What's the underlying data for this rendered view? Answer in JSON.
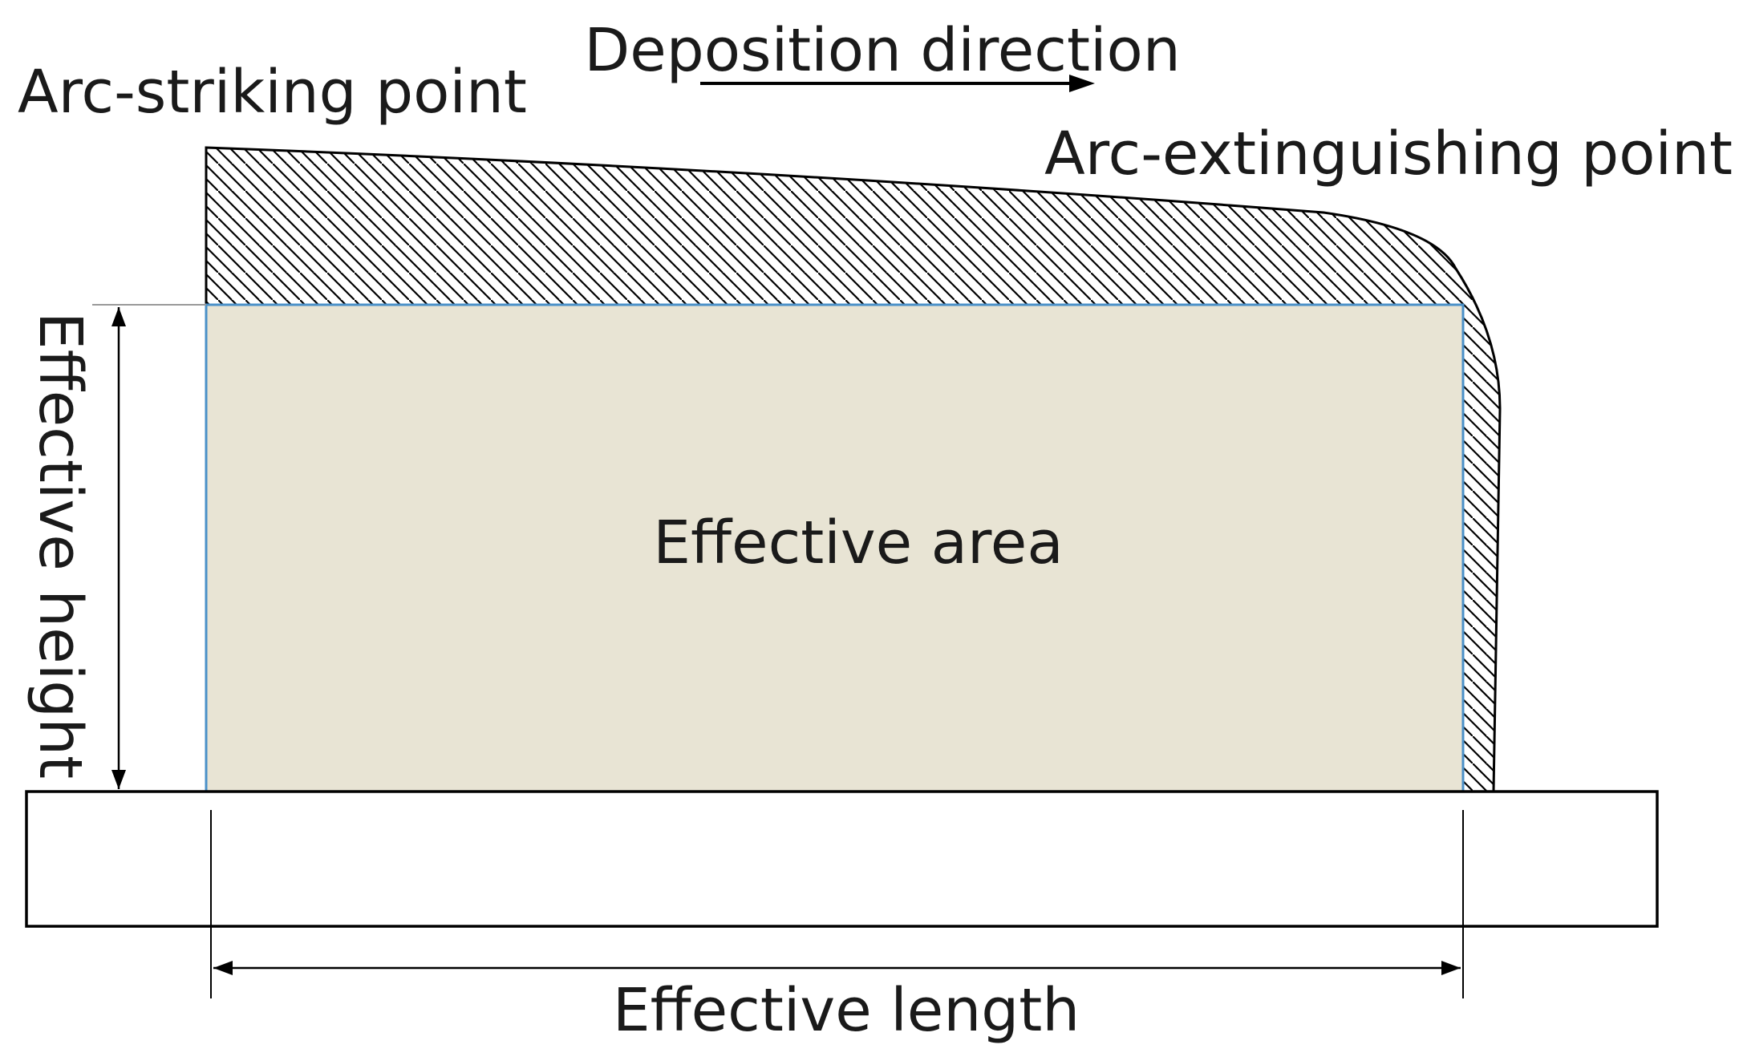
{
  "labels": {
    "deposition_direction": "Deposition direction",
    "arc_striking_point": "Arc-striking point",
    "arc_extinguishing_point": "Arc-extinguishing point",
    "effective_area": "Effective area",
    "effective_height": "Effective height",
    "effective_length": "Effective length"
  },
  "colors": {
    "effective_area_fill": "#e8e4d4",
    "effective_area_border": "#4a90c8",
    "outline": "#000000",
    "hatch": "#000000"
  }
}
